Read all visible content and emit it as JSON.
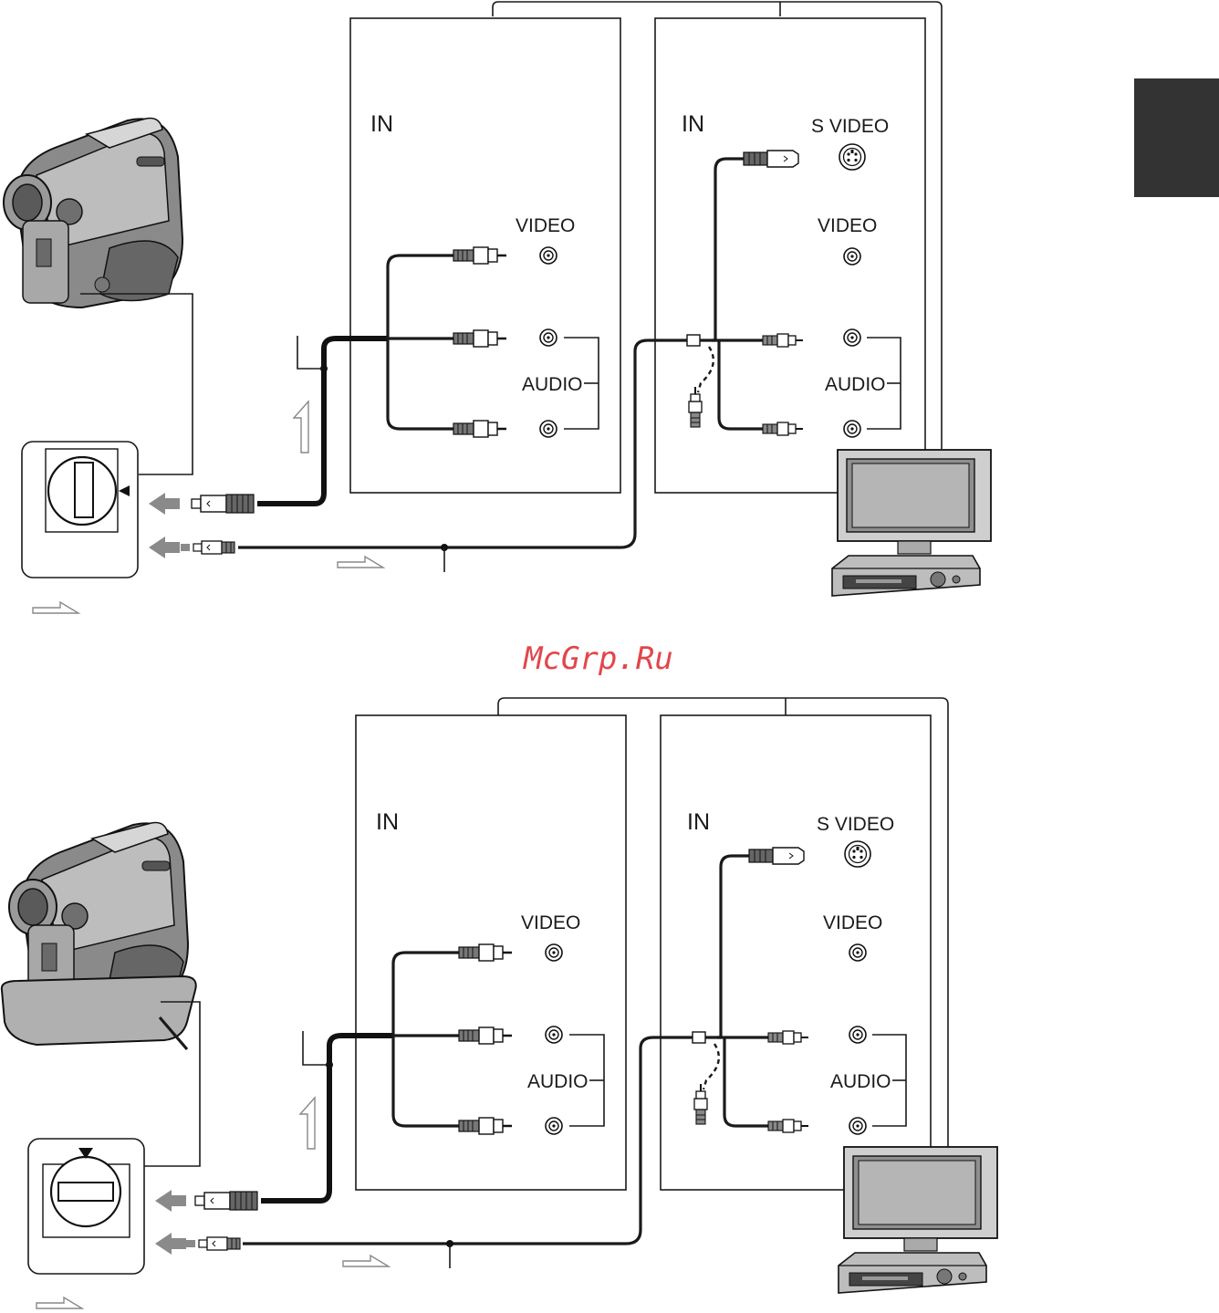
{
  "watermark": "McGrp.Ru",
  "panels": [
    {
      "id": "top",
      "device_a": {
        "in_label": "IN",
        "video_label": "VIDEO",
        "audio_label": "AUDIO"
      },
      "device_b": {
        "in_label": "IN",
        "svideo_label": "S VIDEO",
        "video_label": "VIDEO",
        "audio_label": "AUDIO"
      },
      "camcorder_jack": "top-jack-panel-with-left-pointing-triangle"
    },
    {
      "id": "bottom",
      "device_a": {
        "in_label": "IN",
        "video_label": "VIDEO",
        "audio_label": "AUDIO"
      },
      "device_b": {
        "in_label": "IN",
        "svideo_label": "S VIDEO",
        "video_label": "VIDEO",
        "audio_label": "AUDIO"
      },
      "camcorder_jack": "handycam-station-jack-panel-with-down-pointing-triangle"
    }
  ],
  "icons": [
    "camcorder-icon",
    "handycam-station-icon",
    "tv-icon",
    "vcr-icon",
    "rca-plug-icon",
    "s-video-plug-icon",
    "av-connector-icon",
    "signal-flow-arrow-icon"
  ],
  "colors": {
    "line": "#1a1a1a",
    "watermark": "#e2464b",
    "section_tab": "#333333",
    "arrow_gray": "#8a8a8a"
  }
}
